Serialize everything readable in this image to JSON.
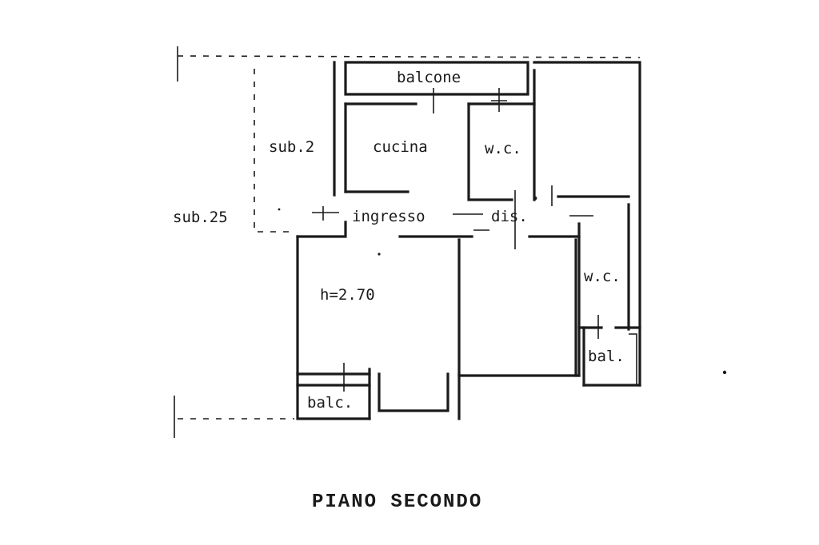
{
  "labels": {
    "balcone": "balcone",
    "cucina": "cucina",
    "wc_top": "w.c.",
    "sub2": "sub.2",
    "sub25": "sub.25",
    "ingresso": "ingresso",
    "dis": "dis.",
    "height": "h=2.70",
    "wc_right": "w.c.",
    "bal": "bal.",
    "balc": "balc."
  },
  "title": "PIANO SECONDO"
}
